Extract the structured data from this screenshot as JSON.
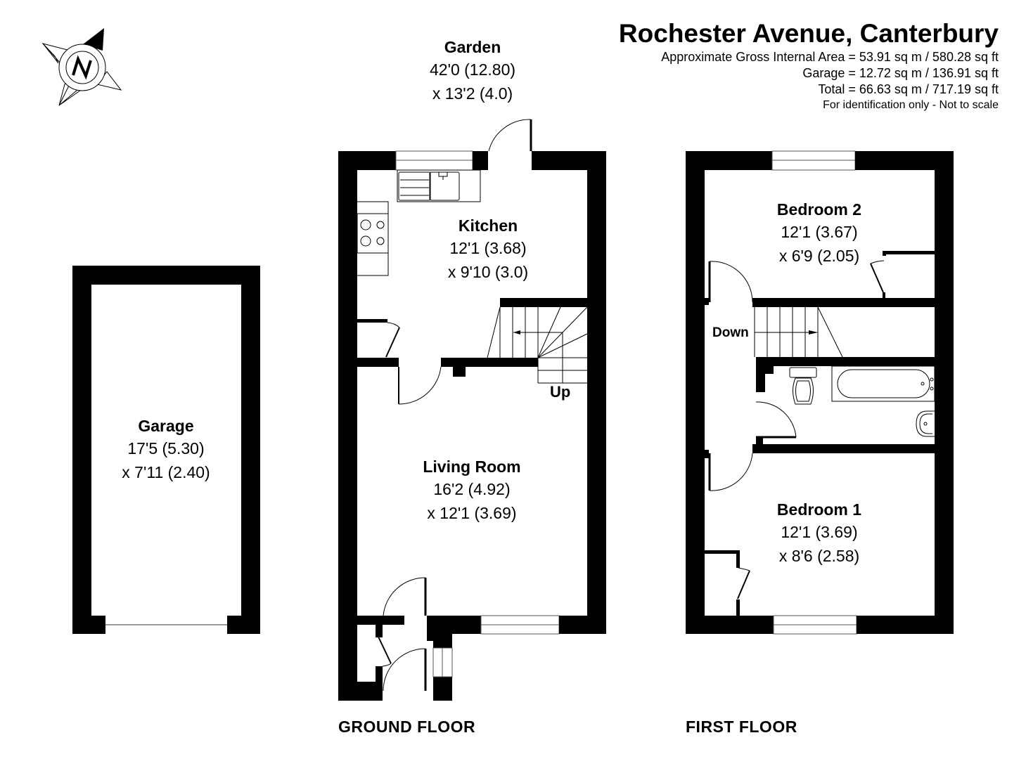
{
  "header": {
    "title": "Rochester Avenue, Canterbury",
    "gross_internal_area": "Approximate Gross Internal Area = 53.91 sq m / 580.28 sq ft",
    "garage_area": "Garage = 12.72 sq m / 136.91 sq ft",
    "total_area": "Total = 66.63 sq m / 717.19 sq ft",
    "disclaimer": "For identification only - Not to scale"
  },
  "compass": {
    "icon": "compass-north-icon",
    "letter": "N"
  },
  "rooms": {
    "garden": {
      "name": "Garden",
      "dim1": "42'0 (12.80)",
      "dim2": "x 13'2 (4.0)"
    },
    "kitchen": {
      "name": "Kitchen",
      "dim1": "12'1 (3.68)",
      "dim2": "x 9'10 (3.0)"
    },
    "living": {
      "name": "Living Room",
      "dim1": "16'2 (4.92)",
      "dim2": "x 12'1 (3.69)"
    },
    "garage": {
      "name": "Garage",
      "dim1": "17'5 (5.30)",
      "dim2": "x 7'11 (2.40)"
    },
    "bedroom2": {
      "name": "Bedroom 2",
      "dim1": "12'1 (3.67)",
      "dim2": "x 6'9 (2.05)"
    },
    "bedroom1": {
      "name": "Bedroom 1",
      "dim1": "12'1 (3.69)",
      "dim2": "x 8'6 (2.58)"
    }
  },
  "stairs": {
    "up_label": "Up",
    "down_label": "Down"
  },
  "floors": {
    "ground": "GROUND FLOOR",
    "first": "FIRST FLOOR"
  },
  "colors": {
    "wall": "#000000",
    "background": "#ffffff",
    "line": "#000000"
  }
}
